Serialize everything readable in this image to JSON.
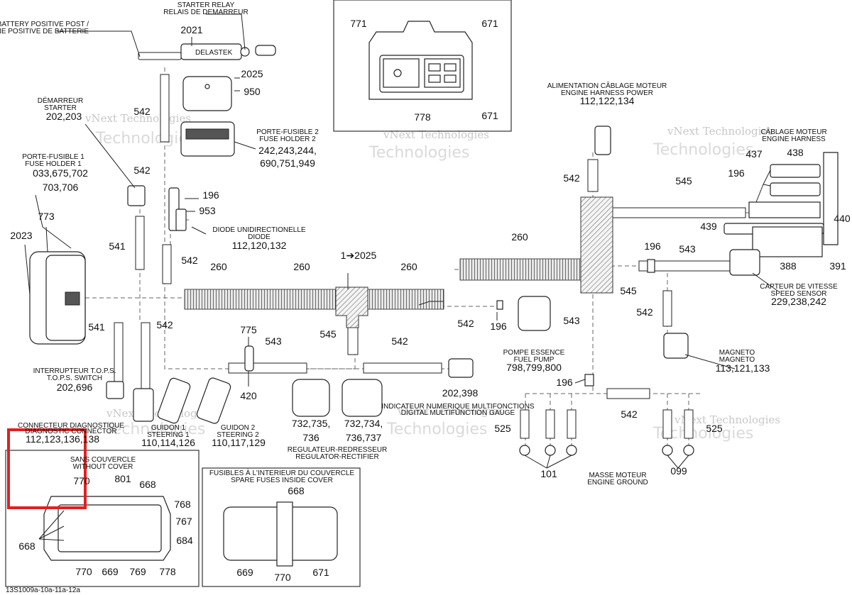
{
  "figure_id": "13S1009a-10a-11a-12a",
  "watermark": {
    "line1": "vNext Technologies",
    "line2": "vNext",
    "line3": "Technologies"
  },
  "captions": {
    "battery_post_fr": "BATTERY POSITIVE POST /",
    "battery_post_en": "BORNE POSITIVE DE BATTERIE",
    "starter_relay_en": "STARTER RELAY",
    "starter_relay_fr": "RELAIS DE DEMARREUR",
    "delastek": "DELASTEK",
    "demarreur": "DÉMARREUR",
    "starter": "STARTER",
    "fuse_holder1_fr": "PORTE-FUSIBLE 1",
    "fuse_holder1_en": "FUSE HOLDER 1",
    "fuse_holder2_fr": "PORTE-FUSIBLE 2",
    "fuse_holder2_en": "FUSE HOLDER 2",
    "diode_fr": "DIODE UNIDIRECTIONELLE",
    "diode_en": "DIODE",
    "engine_power_fr": "ALIMENTATION CÂBLAGE MOTEUR",
    "engine_power_en": "ENGINE HARNESS POWER",
    "engine_harness_fr": "CÂBLAGE MOTEUR",
    "engine_harness_en": "ENGINE HARNESS",
    "speed_sensor_fr": "CAPTEUR DE VITESSE",
    "speed_sensor_en": "SPEED SENSOR",
    "fuel_pump_fr": "POMPE ESSENCE",
    "fuel_pump_en": "FUEL PUMP",
    "magneto_fr": "MAGNETO",
    "magneto_en": "MAGNETO",
    "tops_fr": "INTERRUPTEUR T.O.P.S.",
    "tops_en": "T.O.P.S. SWITCH",
    "diag_fr": "CONNECTEUR DIAGNOSTIQUE",
    "diag_en": "DIAGNOSTIC CONNECTOR",
    "steering1_fr": "GUIDON 1",
    "steering1_en": "STEERING 1",
    "steering2_fr": "GUIDON 2",
    "steering2_en": "STEERING 2",
    "gauge_fr": "INDICATEUR NUMERIQUE MULTIFONCTIONS",
    "gauge_en": "DIGITAL MULTIFUNCTION GAUGE",
    "rectifier_fr": "REGULATEUR-REDRESSEUR",
    "rectifier_en": "REGULATOR-RECTIFIER",
    "ground_fr": "MASSE MOTEUR",
    "ground_en": "ENGINE GROUND",
    "no_cover_fr": "SANS COUVERCLE",
    "no_cover_en": "WITHOUT COVER",
    "spare_fr": "FUSIBLES À L'INTERIEUR DU COUVERCLE",
    "spare_en": "SPARE FUSES INSIDE COVER"
  },
  "refs": {
    "r2021": "2021",
    "r2025": "2025",
    "r950": "950",
    "r202_203": "202,203",
    "fh1_a": "033,675,702",
    "fh1_b": "703,706",
    "fh2_a": "242,243,244,",
    "fh2_b": "690,751,949",
    "r773": "773",
    "r2023": "2023",
    "r196a": "196",
    "r953": "953",
    "diode_nums": "112,120,132",
    "r541a": "541",
    "r541b": "541",
    "r542a": "542",
    "r542b": "542",
    "r542c": "542",
    "r542d": "542",
    "r542e": "542",
    "r542f": "542",
    "r542g": "542",
    "r542h": "542",
    "r260a": "260",
    "r260b": "260",
    "r260c": "260",
    "r260d": "260",
    "r1_2025": "1➔2025",
    "r775": "775",
    "r543a": "543",
    "r543b": "543",
    "r543c": "543",
    "r545a": "545",
    "r545b": "545",
    "r545c": "545",
    "r420": "420",
    "tops_nums": "202,696",
    "diag_nums": "112,123,136,138",
    "steer1_nums": "110,114,126",
    "steer2_nums": "110,117,129",
    "gauge1": "732,735,",
    "gauge1b": "736",
    "gauge2": "732,734,",
    "gauge2b": "736,737",
    "r202_398": "202,398",
    "fuel_nums": "798,799,800",
    "r196b": "196",
    "r196c": "196",
    "r196d": "196",
    "r196e": "196",
    "engine_power_nums": "112,122,134",
    "r437": "437",
    "r438": "438",
    "r440": "440",
    "r439": "439",
    "r388": "388",
    "r391": "391",
    "speed_nums": "229,238,242",
    "magneto_nums": "113,121,133",
    "r525a": "525",
    "r525b": "525",
    "r101": "101",
    "r099": "099",
    "r771": "771",
    "r671a": "671",
    "r778a": "778",
    "r671b": "671",
    "r770a": "770",
    "r801": "801",
    "r668a": "668",
    "r768": "768",
    "r767": "767",
    "r684": "684",
    "r668b": "668",
    "r770b": "770",
    "r669a": "669",
    "r769": "769",
    "r778b": "778",
    "r668c": "668",
    "r669b": "669",
    "r770c": "770",
    "r671c": "671"
  }
}
